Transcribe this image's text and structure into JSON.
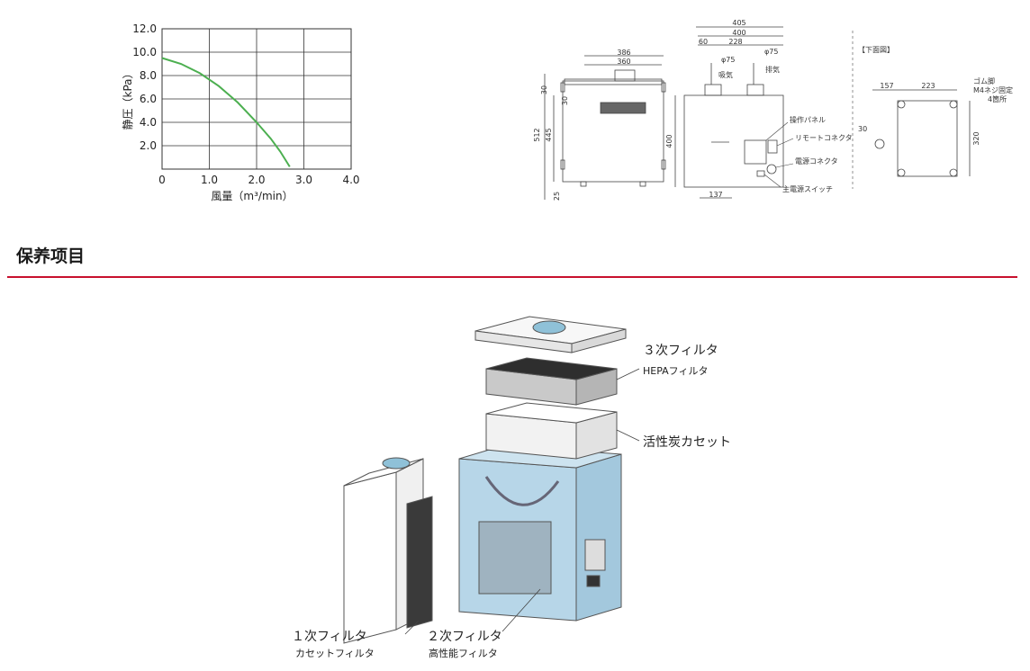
{
  "chart_data": {
    "type": "line",
    "xlabel": "風量（m³/min）",
    "ylabel": "静圧（kPa）",
    "xlim": [
      0,
      4.0
    ],
    "ylim": [
      0,
      12.0
    ],
    "xticks": [
      "0",
      "1.0",
      "2.0",
      "3.0",
      "4.0"
    ],
    "yticks": [
      "2.0",
      "4.0",
      "6.0",
      "8.0",
      "10.0",
      "12.0"
    ],
    "grid": true,
    "series": [
      {
        "color": "#4caf50",
        "x": [
          0,
          0.4,
          0.8,
          1.2,
          1.6,
          2.0,
          2.3,
          2.5,
          2.7
        ],
        "y": [
          9.5,
          9.0,
          8.2,
          7.1,
          5.7,
          4.0,
          2.6,
          1.5,
          0.2
        ]
      }
    ]
  },
  "dimensions": {
    "front": {
      "w_outer": "386",
      "w_inner": "360",
      "h_total": "512",
      "h_body": "445",
      "h_top": "30",
      "h_top2": "30",
      "h_feet": "25"
    },
    "side": {
      "w_total": "405",
      "w_body": "400",
      "offset": "60",
      "spacing": "228",
      "dia_in": "φ75",
      "dia_out": "φ75",
      "inlet": "吸気",
      "outlet": "排気",
      "height": "400",
      "bottom": "137",
      "callouts": [
        "操作パネル",
        "リモートコネクタ",
        "電源コネクタ",
        "主電源スイッチ"
      ]
    },
    "bottom_view": {
      "title": "【下面図】",
      "w1": "157",
      "w2": "223",
      "h": "320",
      "margin": "30",
      "feet_label_1": "ゴム脚",
      "feet_label_2": "M4ネジ固定",
      "feet_label_3": "4箇所"
    }
  },
  "section": {
    "title": "保养项目"
  },
  "maintenance": {
    "filter3_name": "３次フィルタ",
    "filter3_type": "HEPAフィルタ",
    "carbon": "活性炭カセット",
    "filter1_name": "１次フィルタ",
    "filter1_type": "カセットフィルタ",
    "filter2_name": "２次フィルタ",
    "filter2_type": "高性能フィルタ"
  },
  "colors": {
    "accent_rule": "#c8102e",
    "unit_body": "#b7d6e8",
    "curve": "#4caf50"
  }
}
